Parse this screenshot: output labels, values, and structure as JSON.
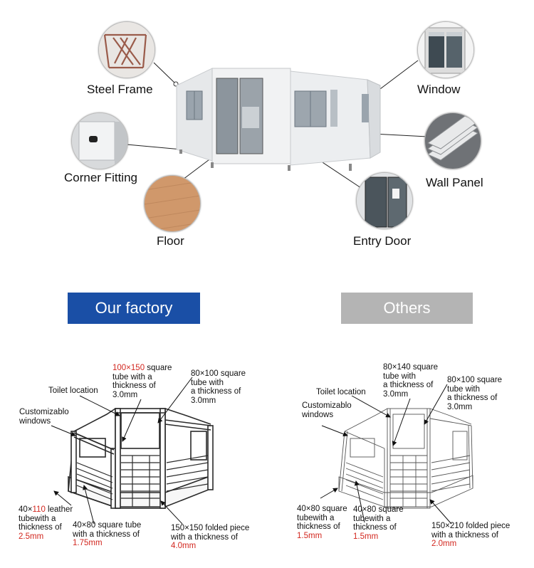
{
  "callouts": {
    "steel_frame": "Steel Frame",
    "window": "Window",
    "corner_fitting": "Corner Fitting",
    "wall_panel": "Wall Panel",
    "floor": "Floor",
    "entry_door": "Entry Door"
  },
  "comparison": {
    "ours_label": "Our factory",
    "others_label": "Others",
    "ours_color": "#1a4fa6",
    "others_color": "#b4b4b4",
    "highlight_color": "#d2271f"
  },
  "ours": {
    "toilet": "Toilet location",
    "windows": [
      "Customizablo",
      "windows"
    ],
    "top_tube": {
      "size": "100×150",
      "rest": " square",
      "l2": "tube with a",
      "l3": "thickness of",
      "l4": "3.0mm"
    },
    "side_tube": [
      "80×100 square",
      "tube with",
      "a thickness of",
      "3.0mm"
    ],
    "leather": {
      "pre": "40×",
      "red": "110",
      "post": " leather",
      "l2": "tubewith a",
      "l3": "thickness of",
      "val": "2.5mm"
    },
    "square_tube": {
      "l1": "40×80 square tube",
      "l2": "with a thickness of",
      "val": "1.75mm"
    },
    "folded": {
      "l1": "150×150 folded piece",
      "l2": "with a thickness of",
      "val": "4.0mm"
    }
  },
  "others": {
    "toilet": "Toilet location",
    "windows": [
      "Customizablo",
      "windows"
    ],
    "top_tube": [
      "80×140 square",
      "tube with",
      "a thickness of",
      "3.0mm"
    ],
    "side_tube": [
      "80×100 square",
      "tube with",
      "a thickness of",
      "3.0mm"
    ],
    "left_tube": {
      "l1": "40×80 square",
      "l2": "tubewith a",
      "l3": "thickness of",
      "val": "1.5mm"
    },
    "mid_tube": {
      "l1": "40×80 square",
      "l2": "tubewith a",
      "l3": "thickness of",
      "val": "1.5mm"
    },
    "folded": {
      "l1": "150×210 folded piece",
      "l2": "with a thickness of",
      "val": "2.0mm"
    }
  }
}
